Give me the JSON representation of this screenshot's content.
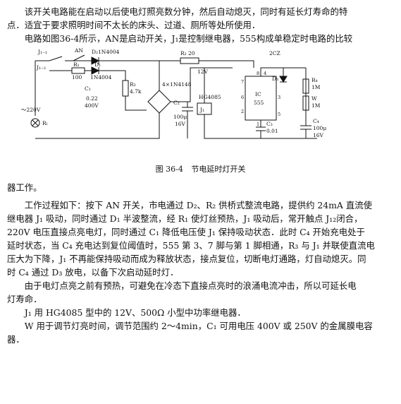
{
  "intro": {
    "line1": "该开关电路能在启动以后使电灯照亮数分钟，然后自动熄灭，同时有延长灯寿命的特",
    "line2": "点．适宜于要求照明时间不太长的床头、过道、厕所等处所使用．",
    "line3": "电路如图36-4所示，AN是启动开关，J₁是控制继电器，555构成单稳定时电路的比较"
  },
  "figure": {
    "number": "图 36-4",
    "title": "节电延时灯开关",
    "labels": {
      "j1_1": "J₁₋₁",
      "j1_2": "J₁₋₂",
      "an": "AN",
      "d2": "D₂1N4004",
      "r1": "R₁",
      "r1v": "100",
      "d1": "D₁",
      "d1v": "1N4004",
      "r3": "R₃",
      "r3v": "4.7k",
      "c1": "C₁",
      "c1v1": "0.22",
      "c1v2": "400V",
      "r2": "R₂ 20",
      "v12": "12V",
      "bridge": "4×1N4148",
      "relay": "HG4085",
      "j1": "J₁",
      "c2": "C₂",
      "c2v1": "100μ",
      "c2v2": "16V",
      "ac": "～220V",
      "rl": "Rₗ",
      "cz": "2CZ",
      "d3": "D₃",
      "r4": "R₄",
      "r4v": "1M",
      "w": "W",
      "wv": "1M",
      "ic": "IC",
      "icv": "555",
      "c3": "C₃",
      "c3v": "0.01",
      "c4": "C₄",
      "c4v1": "100μ",
      "c4v2": "16V",
      "p8": "8",
      "p4": "4",
      "p7": "7",
      "p6": "6",
      "p2": "2",
      "p3": "3",
      "p1": "1",
      "p5": "5"
    }
  },
  "body": {
    "p1": "器工作。",
    "p2a": "工作过程如下：按下 AN 开关，市电通过 D₂、R₂ 供桥式整流电路，提供约 24mA 直流使",
    "p2b": "继电器 J₁ 吸动，同时通过 D₁ 半波整流，经 R₁ 使灯丝预热，J₁ 吸动后，常开触点 J₁₂闭合，",
    "p2c": "220V 电压直接点亮电灯，同时通过 C₁ 降低电压使 J₁ 保持吸动状态．此时 C₄ 开始充电处于",
    "p2d": "延时状态，当 C₄ 充电达到复位阈值时，555 第 3、7 脚与第 1 脚相通，R₃ 与 J₁ 并联使直流电",
    "p2e": "压大为下降，J₁ 不再能保持吸动而成为释放状态，接点复位，切断电灯通路，灯自动熄灭。同",
    "p2f": "时 C₄ 通过 D₃ 放电，以备下次启动延时灯．",
    "p3a": "由于电灯点亮之前有预热，可避免在冷态下直接点亮时的浪涌电流冲击，所以可延长电",
    "p3b": "灯寿命．",
    "p4": "J₁ 用 HG4085 型中的 12V、500Ω 小型中功率继电器．",
    "p5a": "W 用于调节灯亮时间，调节范围约 2～4min，C₁ 可用电压 400V 或 250V 的金属膜电容",
    "p5b": "器．"
  }
}
